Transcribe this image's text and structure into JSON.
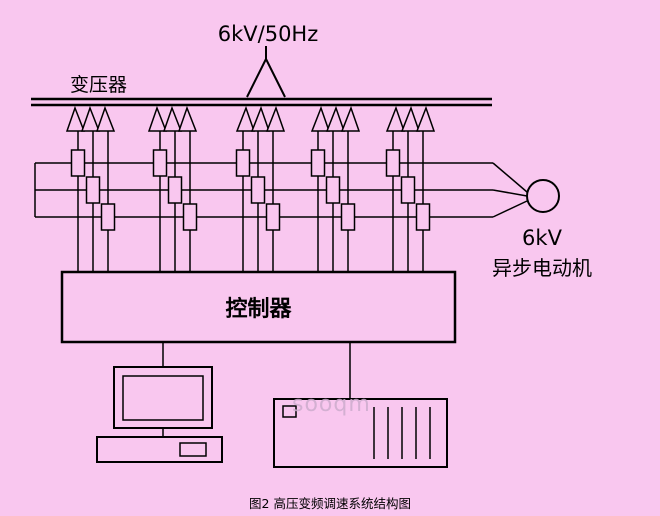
{
  "colors": {
    "background": "#f9c7ef",
    "line": "#000000",
    "watermark": "#cdaccd"
  },
  "labels": {
    "supply": "6kV/50Hz",
    "transformer": "变压器",
    "controller": "控制器",
    "motor_voltage": "6kV",
    "motor": "异步电动机",
    "watermark": "sooqm",
    "caption": "图2 高压变频调速系统结构图"
  }
}
